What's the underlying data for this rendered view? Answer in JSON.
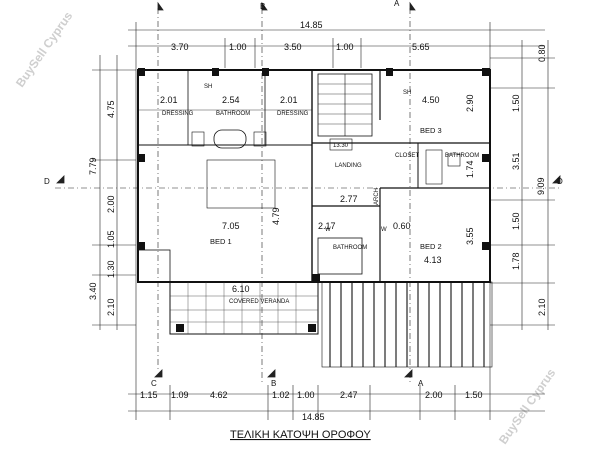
{
  "title": "ΤΕΛΙΚΗ ΚΑΤΟΨΗ ΟΡΟΦΟΥ",
  "watermark": "BuySell Cyprus",
  "section_markers": {
    "top_b": "B",
    "top_a": "A",
    "bottom_c": "C",
    "bottom_b": "B",
    "bottom_a": "A",
    "left_d": "D",
    "right_d": "D"
  },
  "dimensions": {
    "top_total": "14.85",
    "top_parts": [
      "3.70",
      "1.00",
      "3.50",
      "1.00",
      "5.65"
    ],
    "bottom_total": "14.85",
    "bottom_parts": [
      "1.15",
      "1.09",
      "4.62",
      "1.02",
      "1.00",
      "2.47",
      "2.00",
      "1.50"
    ],
    "left_total": "7.79",
    "left_parts": [
      "4.75",
      "2.00",
      "1.05",
      "1.30"
    ],
    "left_lower": [
      "3.40",
      "2.10"
    ],
    "right_total": "9.09",
    "right_parts": [
      "0.80",
      "1.50",
      "3.51",
      "1.50",
      "1.78",
      "2.10"
    ],
    "inner": [
      "2.01",
      "2.54",
      "2.01",
      "4.50",
      "2.90",
      "1.74",
      "7.05",
      "4.79",
      "2.77",
      "2.17",
      "0.60",
      "3.55",
      "4.13",
      "6.10",
      "13.30"
    ]
  },
  "rooms": {
    "dressing_left": "DRESSING",
    "bathroom_master": "BATHROOM",
    "dressing_right": "DRESSING",
    "bed1": "BED 1",
    "bed2": "BED 2",
    "bed3": "BED 3",
    "landing": "LANDING",
    "closet": "CLOSET",
    "bathroom_right": "BATHROOM",
    "bathroom_small": "BATHROOM",
    "covered_veranda": "COVERED VERANDA",
    "arch": "ARCH",
    "sh": "SH",
    "w": "W"
  }
}
